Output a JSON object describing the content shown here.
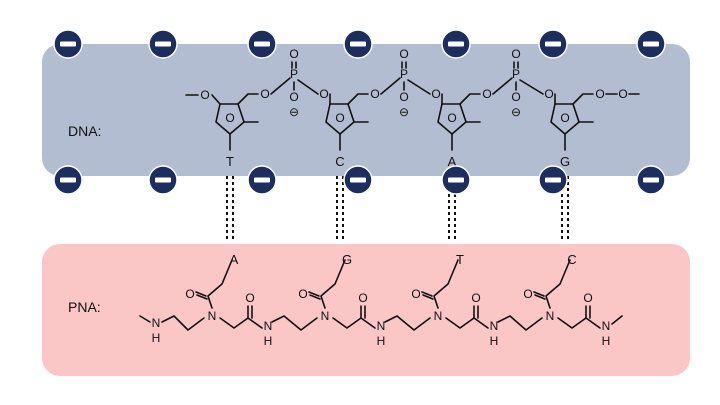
{
  "labels": {
    "dna": "DNA:",
    "pna": "PNA:"
  },
  "dna_bases": [
    "T",
    "C",
    "A",
    "G"
  ],
  "pna_bases": [
    "A",
    "G",
    "T",
    "C"
  ],
  "atoms": {
    "oxygen": "O",
    "phosphorus": "P",
    "nitrogen": "N",
    "hydrogen": "H",
    "phosphate_charge": "⊖"
  },
  "colors": {
    "dna_band": "#b3bdd1",
    "pna_band": "#fbc6c6",
    "charge_fill": "#1c2d5e",
    "charge_bar": "#ffffff"
  }
}
